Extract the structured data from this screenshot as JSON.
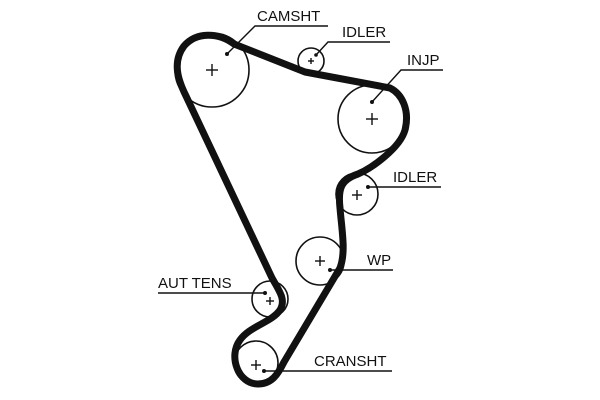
{
  "diagram": {
    "type": "timing-belt-routing",
    "pulleys": [
      {
        "id": "camshaft",
        "label": "CAMSHT"
      },
      {
        "id": "idler-top",
        "label": "IDLER"
      },
      {
        "id": "injection-pump",
        "label": "INJP"
      },
      {
        "id": "idler-mid",
        "label": "IDLER"
      },
      {
        "id": "water-pump",
        "label": "WP"
      },
      {
        "id": "auto-tensioner",
        "label": "AUT TENS"
      },
      {
        "id": "crankshaft",
        "label": "CRANSHT"
      }
    ],
    "colors": {
      "line": "#111111",
      "background": "#ffffff"
    }
  }
}
